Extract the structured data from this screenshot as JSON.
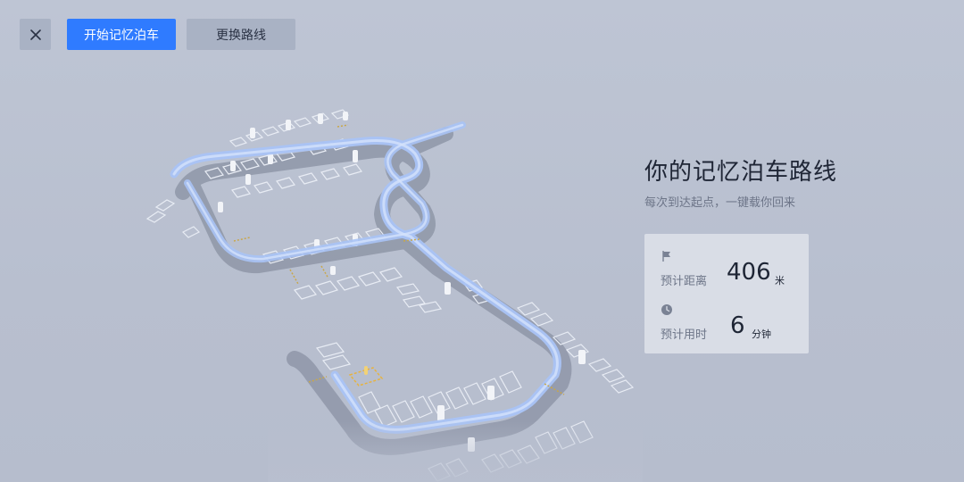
{
  "toolbar": {
    "close_icon": "close-icon",
    "start_label": "开始记忆泊车",
    "change_route_label": "更换路线"
  },
  "info": {
    "title": "你的记忆泊车路线",
    "subtitle": "每次到达起点，一键载你回来",
    "distance": {
      "icon": "flag-icon",
      "label": "预计距离",
      "value": "406",
      "unit": "米"
    },
    "duration": {
      "icon": "clock-icon",
      "label": "预计用时",
      "value": "6",
      "unit": "分钟"
    }
  },
  "colors": {
    "background": "#b9c0d0",
    "primary": "#2f7bff",
    "secondary_button": "#a9b2c4",
    "route": "#a9c3f5",
    "road": "#8e96a7",
    "card": "#d9dde6"
  }
}
